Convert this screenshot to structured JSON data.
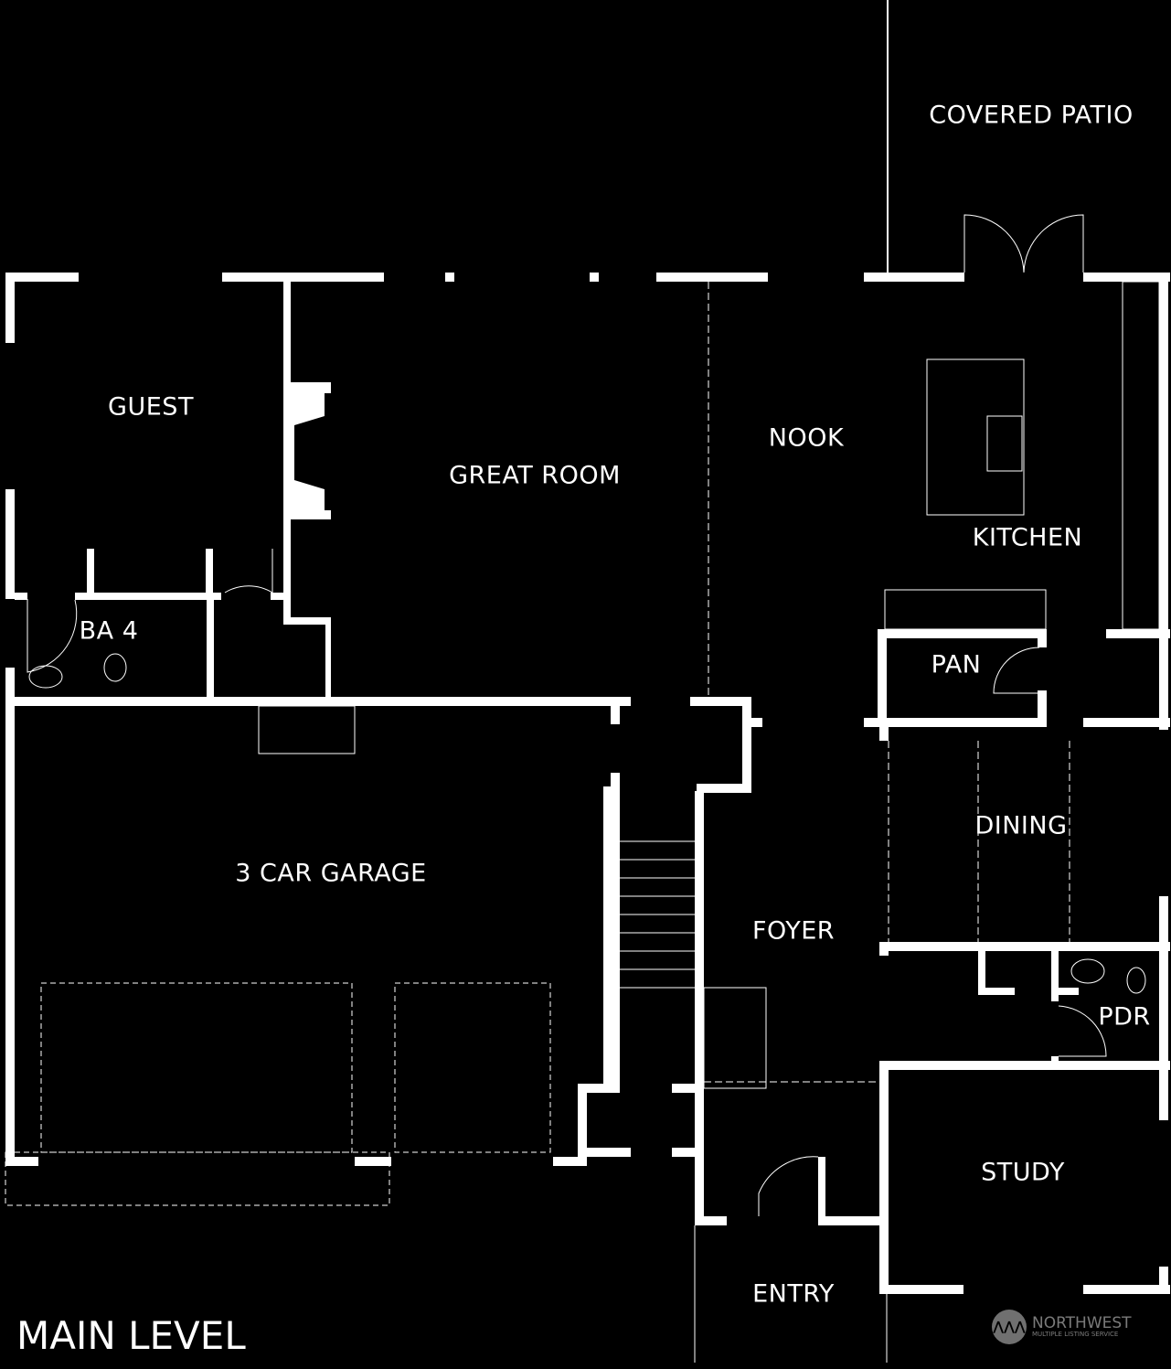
{
  "plan_title": "MAIN LEVEL",
  "rooms": {
    "covered_patio": "COVERED PATIO",
    "guest": "GUEST",
    "great_room": "GREAT ROOM",
    "nook": "NOOK",
    "kitchen": "KITCHEN",
    "ba4": "BA 4",
    "pan": "PAN",
    "dining": "DINING",
    "garage": "3 CAR GARAGE",
    "foyer": "FOYER",
    "pdr": "PDR",
    "study": "STUDY",
    "entry": "ENTRY"
  },
  "watermark": {
    "name": "NORTHWEST",
    "subtitle": "MULTIPLE LISTING SERVICE"
  },
  "colors": {
    "background": "#000000",
    "walls": "#ffffff"
  }
}
